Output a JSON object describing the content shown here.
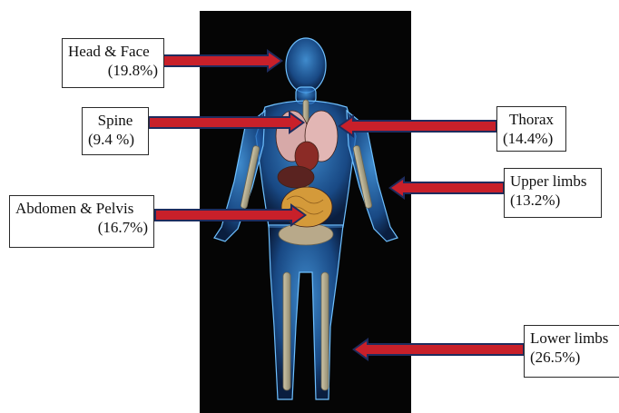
{
  "labels": {
    "head": {
      "name": "Head & Face",
      "pct": "(19.8%)"
    },
    "spine": {
      "name": "Spine",
      "pct": "(9.4 %)"
    },
    "thorax": {
      "name": "Thorax",
      "pct": "(14.4%)"
    },
    "upper": {
      "name": "Upper limbs",
      "pct": "(13.2%)"
    },
    "abdomen": {
      "name": "Abdomen & Pelvis",
      "pct": "(16.7%)"
    },
    "lower": {
      "name": "Lower limbs",
      "pct": "(26.5%)"
    }
  },
  "colors": {
    "arrow_fill": "#c8202a",
    "arrow_edge": "#1e2c5e",
    "body_glow": "#2a7fd6",
    "panel": "#050505"
  }
}
